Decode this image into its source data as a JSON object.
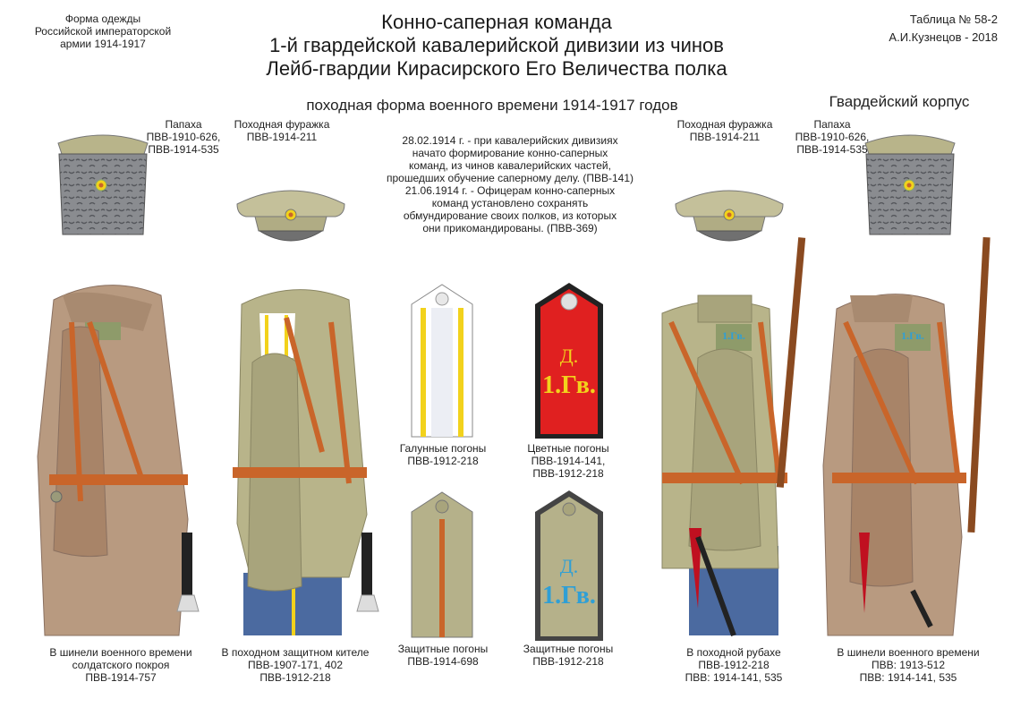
{
  "header": {
    "left": "Форма одежды\nРоссийской императорской\nармии  1914-1917",
    "title_lines": [
      "Конно-саперная команда",
      "1-й гвардейской кавалерийской дивизии из чинов",
      "Лейб-гвардии Кирасирского Его Величества полка"
    ],
    "subtitle": "походная форма военного времени 1914-1917 годов",
    "table_no": "Таблица № 58-2",
    "author": "А.И.Кузнецов - 2018",
    "corps": "Гвардейский корпус"
  },
  "headgear": {
    "papakha_left": "Папаха\nПВВ-1910-626,\nПВВ-1914-535",
    "cap_left": "Походная фуражка\nПВВ-1914-211",
    "cap_right": "Походная фуражка\nПВВ-1914-211",
    "papakha_right": "Папаха\nПВВ-1910-626,\nПВВ-1914-535"
  },
  "note": "28.02.1914 г. - при кавалерийских дивизиях\nначато формирование конно-саперных\nкоманд, из чинов кавалерийских частей,\nпрошедших обучение саперному делу. (ПВВ-141)\n21.06.1914 г. - Офицерам конно-саперных\nкоманд установлено сохранять\nобмундирование своих полков, из которых\nони прикомандированы. (ПВВ-369)",
  "shoulder_straps": {
    "galloon": "Галунные погоны\nПВВ-1912-218",
    "colored": "Цветные погоны\nПВВ-1914-141,\nПВВ-1912-218",
    "field_a": "Защитные погоны\nПВВ-1914-698",
    "field_b": "Защитные  погоны\nПВВ-1912-218",
    "strap_letter": "Д.",
    "strap_number": "1.Гв."
  },
  "figures": {
    "f1": "В шинели военного времени\nсолдатского покроя\nПВВ-1914-757",
    "f2": "В походном защитном кителе\nПВВ-1907-171, 402\nПВВ-1912-218",
    "f3": "В походной рубахе\nПВВ-1912-218\nПВВ: 1914-141, 535",
    "f4": "В шинели военного времени\nПВВ: 1913-512\nПВВ: 1914-141, 535",
    "patch_text": "1.Гв."
  },
  "colors": {
    "greatcoat": "#b89a80",
    "khaki": "#b8b48a",
    "belt": "#c9652a",
    "trousers": "#4b6aa0",
    "strap_red": "#e02020",
    "strap_gold": "#f2d21c",
    "cipher_blue": "#2f9fd5",
    "papakha": "#8a8c90"
  }
}
